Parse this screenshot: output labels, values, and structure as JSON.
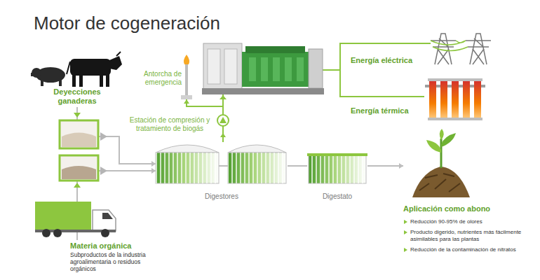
{
  "diagram": {
    "title": "Motor de cogeneración",
    "nodes": [
      {
        "text": [
          "Deyecciones ganaderas"
        ]
      },
      {
        "text": [
          "Antorcha de emergencia"
        ]
      },
      {
        "text": [
          "Estación de compresión y tratamiento de biogás"
        ]
      },
      {
        "text": [
          "Energía eléctrica"
        ]
      },
      {
        "text": [
          "Energía térmica"
        ]
      },
      {
        "text": [
          "Digestores"
        ]
      },
      {
        "text": [
          "Digestato"
        ]
      },
      {
        "text": [
          "Aplicación como abono",
          "Reducción 90-95% de olores",
          "Producto digerido, nutrientes más fácilmente asimilables para las plantas",
          "Reducción de la contaminación de nitratos"
        ]
      },
      {
        "text": [
          "Materia orgánica",
          "Subproductos de la industria agroalimentaria o residuos orgánicos"
        ]
      }
    ],
    "edges": [
      {
        "from": 0,
        "to": 5,
        "arrow": "to"
      },
      {
        "from": 8,
        "to": 5,
        "arrow": "to"
      },
      {
        "from": 5,
        "to": 6,
        "arrow": "none"
      },
      {
        "from": 6,
        "to": 7,
        "arrow": "to"
      },
      {
        "from": 5,
        "to": 2,
        "arrow": "to"
      },
      {
        "from": 2,
        "to": 1,
        "arrow": "to"
      },
      {
        "from": 2,
        "to": 3,
        "arrow": "none"
      },
      {
        "from": 2,
        "to": 4,
        "arrow": "none"
      }
    ]
  }
}
